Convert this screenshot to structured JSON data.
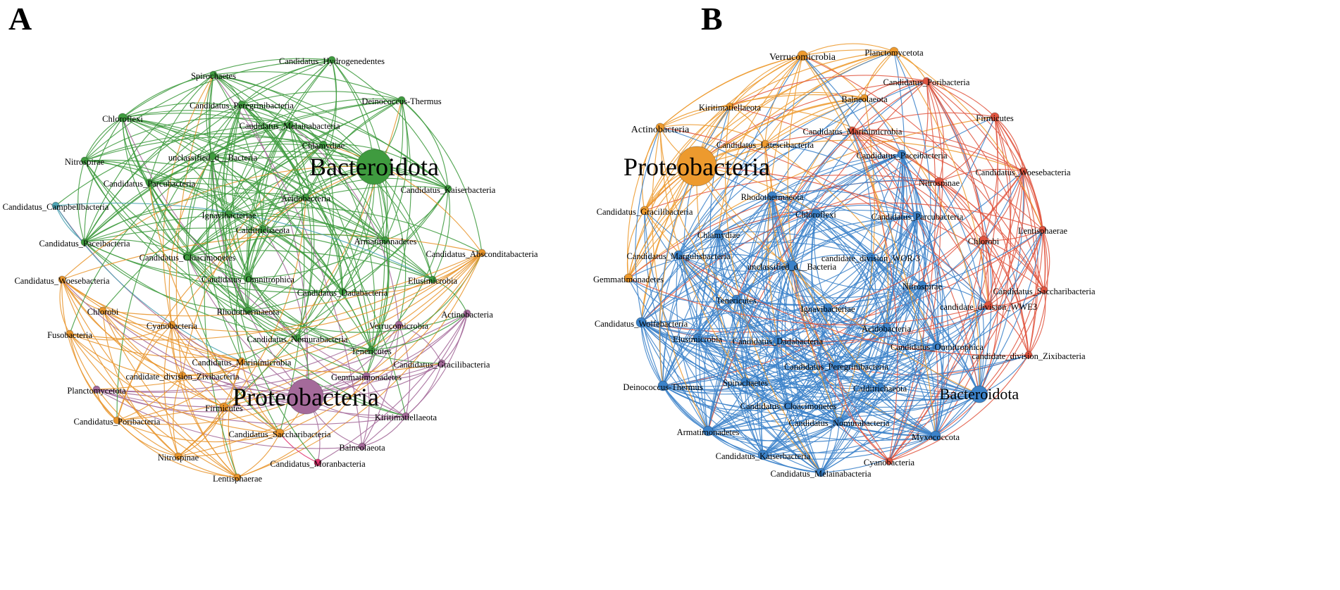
{
  "panels": [
    {
      "label": "A",
      "colors": {
        "green": "#3f9b3f",
        "orange": "#e8952c",
        "purple": "#a46a9a",
        "teal": "#4ba3b3",
        "red": "#e0336f"
      },
      "nodes": [
        {
          "name": "Bacteroidota",
          "group": "green",
          "size": 25
        },
        {
          "name": "Proteobacteria",
          "group": "purple",
          "size": 25
        },
        {
          "name": "Candidatus_Hydrogenedentes",
          "group": "green",
          "size": 5
        },
        {
          "name": "Spirochaetes",
          "group": "green",
          "size": 5
        },
        {
          "name": "Deinococcus-Thermus",
          "group": "green",
          "size": 5
        },
        {
          "name": "Candidatus_Peregrinibacteria",
          "group": "green",
          "size": 5
        },
        {
          "name": "Chloroflexi",
          "group": "green",
          "size": 6
        },
        {
          "name": "Candidatus_Melainabacteria",
          "group": "green",
          "size": 5
        },
        {
          "name": "Chlamydiae",
          "group": "green",
          "size": 5
        },
        {
          "name": "Nitrospirae",
          "group": "green",
          "size": 5
        },
        {
          "name": "unclassified_d__Bacteria",
          "group": "green",
          "size": 5
        },
        {
          "name": "Candidatus_Parcubacteria",
          "group": "green",
          "size": 5
        },
        {
          "name": "Candidatus_Kaiserbacteria",
          "group": "green",
          "size": 5
        },
        {
          "name": "Candidatus_Campbellbacteria",
          "group": "teal",
          "size": 5
        },
        {
          "name": "Acidobacteria",
          "group": "green",
          "size": 5
        },
        {
          "name": "Ignavibacteriae",
          "group": "green",
          "size": 5
        },
        {
          "name": "Calditrichaeota",
          "group": "green",
          "size": 5
        },
        {
          "name": "Candidatus_Paceibacteria",
          "group": "green",
          "size": 5
        },
        {
          "name": "Armatimonadetes",
          "group": "green",
          "size": 5
        },
        {
          "name": "Candidatus_Absconditabacteria",
          "group": "orange",
          "size": 5
        },
        {
          "name": "Candidatus_Cloacimonetes",
          "group": "green",
          "size": 6
        },
        {
          "name": "Candidatus_Omnitrophica",
          "group": "green",
          "size": 6
        },
        {
          "name": "Elusimicrobia",
          "group": "green",
          "size": 5
        },
        {
          "name": "Candidatus_Woesebacteria",
          "group": "orange",
          "size": 5
        },
        {
          "name": "Candidatus_Dadabacteria",
          "group": "green",
          "size": 5
        },
        {
          "name": "Chlorobi",
          "group": "orange",
          "size": 5
        },
        {
          "name": "Rhodothermaeota",
          "group": "green",
          "size": 5
        },
        {
          "name": "Actinobacteria",
          "group": "purple",
          "size": 5
        },
        {
          "name": "Cyanobacteria",
          "group": "orange",
          "size": 5
        },
        {
          "name": "Fusobacteria",
          "group": "orange",
          "size": 5
        },
        {
          "name": "Verrucomicrobia",
          "group": "purple",
          "size": 5
        },
        {
          "name": "Candidatus_Nomurabacteria",
          "group": "green",
          "size": 5
        },
        {
          "name": "Tenericutes",
          "group": "green",
          "size": 5
        },
        {
          "name": "Candidatus_Marinimicrobia",
          "group": "orange",
          "size": 5
        },
        {
          "name": "Candidatus_Gracilibacteria",
          "group": "purple",
          "size": 5
        },
        {
          "name": "candidate_division_Zixibacteria",
          "group": "orange",
          "size": 5
        },
        {
          "name": "Gemmatimonadetes",
          "group": "purple",
          "size": 5
        },
        {
          "name": "Planctomycetota",
          "group": "purple",
          "size": 5
        },
        {
          "name": "Firmicutes",
          "group": "orange",
          "size": 6
        },
        {
          "name": "Kiritimatiellaeota",
          "group": "purple",
          "size": 5
        },
        {
          "name": "Candidatus_Poribacteria",
          "group": "orange",
          "size": 5
        },
        {
          "name": "Candidatus_Saccharibacteria",
          "group": "orange",
          "size": 6
        },
        {
          "name": "Balneolaeota",
          "group": "purple",
          "size": 5
        },
        {
          "name": "Nitrospinae",
          "group": "orange",
          "size": 5
        },
        {
          "name": "Candidatus_Moranbacteria",
          "group": "red",
          "size": 5
        },
        {
          "name": "Lentisphaerae",
          "group": "orange",
          "size": 5
        }
      ]
    },
    {
      "label": "B",
      "colors": {
        "orange": "#ed9a2e",
        "red": "#e05540",
        "blue": "#3b82c9",
        "purple": "#8e5fa8"
      },
      "nodes": [
        {
          "name": "Verrucomicrobia",
          "group": "orange",
          "size": 7
        },
        {
          "name": "Planctomycetota",
          "group": "orange",
          "size": 6
        },
        {
          "name": "Balneolaeota",
          "group": "orange",
          "size": 5
        },
        {
          "name": "Candidatus_Poribacteria",
          "group": "red",
          "size": 5
        },
        {
          "name": "Kiritimatiellaeota",
          "group": "orange",
          "size": 5
        },
        {
          "name": "Firmicutes",
          "group": "red",
          "size": 6
        },
        {
          "name": "Actinobacteria",
          "group": "orange",
          "size": 6
        },
        {
          "name": "Candidatus_Marinimicrobia",
          "group": "red",
          "size": 5
        },
        {
          "name": "Candidatus_Latescibacteria",
          "group": "orange",
          "size": 5
        },
        {
          "name": "Proteobacteria",
          "group": "orange",
          "size": 28
        },
        {
          "name": "Candidatus_Paceibacteria",
          "group": "blue",
          "size": 6
        },
        {
          "name": "Candidatus_Woesebacteria",
          "group": "red",
          "size": 5
        },
        {
          "name": "Nitrospinae",
          "group": "red",
          "size": 6
        },
        {
          "name": "Rhodothermaeota",
          "group": "blue",
          "size": 6
        },
        {
          "name": "Candidatus_Gracilibacteria",
          "group": "orange",
          "size": 6
        },
        {
          "name": "Chloroflexi",
          "group": "blue",
          "size": 6
        },
        {
          "name": "Candidatus_Parcubacteria",
          "group": "blue",
          "size": 6
        },
        {
          "name": "Lentisphaerae",
          "group": "red",
          "size": 5
        },
        {
          "name": "Chlamydiae",
          "group": "blue",
          "size": 6
        },
        {
          "name": "Chlorobi",
          "group": "red",
          "size": 6
        },
        {
          "name": "Candidatus_Margulisbacteria",
          "group": "blue",
          "size": 6
        },
        {
          "name": "candidate_division_WOR-3",
          "group": "blue",
          "size": 6
        },
        {
          "name": "unclassified_d__Bacteria",
          "group": "blue",
          "size": 7
        },
        {
          "name": "Gemmatimonadetes",
          "group": "orange",
          "size": 6
        },
        {
          "name": "Nitrospirae",
          "group": "blue",
          "size": 6
        },
        {
          "name": "Candidatus_Saccharibacteria",
          "group": "red",
          "size": 5
        },
        {
          "name": "Tenericutes",
          "group": "blue",
          "size": 6
        },
        {
          "name": "candidate_division_WWE3",
          "group": "red",
          "size": 6
        },
        {
          "name": "Ignavibacteriae",
          "group": "blue",
          "size": 6
        },
        {
          "name": "Candidatus_Wolfebacteria",
          "group": "blue",
          "size": 7
        },
        {
          "name": "Acidobacteria",
          "group": "blue",
          "size": 6
        },
        {
          "name": "Elusimicrobia",
          "group": "blue",
          "size": 6
        },
        {
          "name": "Candidatus_Dadabacteria",
          "group": "blue",
          "size": 6
        },
        {
          "name": "Candidatus_Omnitrophica",
          "group": "blue",
          "size": 6
        },
        {
          "name": "candidate_division_Zixibacteria",
          "group": "red",
          "size": 5
        },
        {
          "name": "Candidatus_Peregrinibacteria",
          "group": "blue",
          "size": 6
        },
        {
          "name": "Deinococcus-Thermus",
          "group": "blue",
          "size": 7
        },
        {
          "name": "Spirochaetes",
          "group": "blue",
          "size": 6
        },
        {
          "name": "Calditrichaeota",
          "group": "blue",
          "size": 6
        },
        {
          "name": "Bacteroidota",
          "group": "blue",
          "size": 12
        },
        {
          "name": "Candidatus_Cloacimonetes",
          "group": "blue",
          "size": 6
        },
        {
          "name": "Candidatus_Nomurabacteria",
          "group": "blue",
          "size": 6
        },
        {
          "name": "Armatimonadetes",
          "group": "blue",
          "size": 7
        },
        {
          "name": "Myxococcota",
          "group": "blue",
          "size": 7
        },
        {
          "name": "Candidatus_Kaiserbacteria",
          "group": "blue",
          "size": 7
        },
        {
          "name": "Cyanobacteria",
          "group": "red",
          "size": 5
        },
        {
          "name": "Candidatus_Melainabacteria",
          "group": "blue",
          "size": 6
        }
      ]
    }
  ]
}
